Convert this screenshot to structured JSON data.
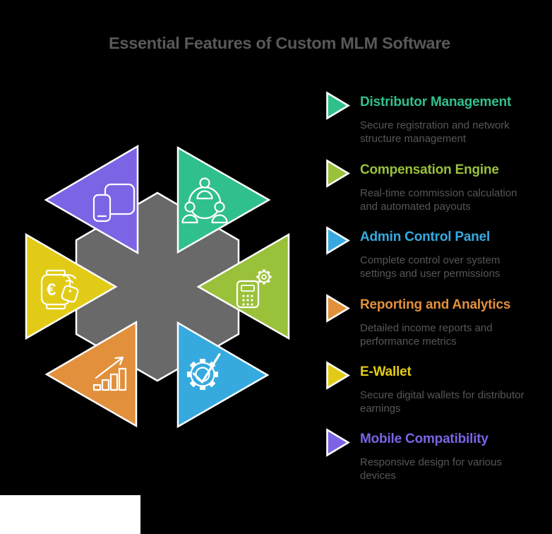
{
  "title": "Essential Features of Custom MLM Software",
  "colors": {
    "background": "#000000",
    "hexagon": "#696969",
    "title_text": "#58595B",
    "description_text": "#55575A",
    "corner_patch": "#FFFFFF"
  },
  "diagram": {
    "hexagon_color": "#696969",
    "segments": [
      {
        "name": "mobile-compatibility",
        "icon": "devices-icon",
        "color": "#7C64E5"
      },
      {
        "name": "distributor-management",
        "icon": "network-people-icon",
        "color": "#30C08B"
      },
      {
        "name": "e-wallet",
        "icon": "wallet-contactless-icon",
        "color": "#E2CB16"
      },
      {
        "name": "compensation-engine",
        "icon": "calculator-gear-icon",
        "color": "#9AC13A"
      },
      {
        "name": "reporting-analytics",
        "icon": "growth-chart-icon",
        "color": "#E2903C"
      },
      {
        "name": "admin-control-panel",
        "icon": "gear-check-icon",
        "color": "#36AADF"
      }
    ],
    "euro_glyph": "€"
  },
  "legend": {
    "items": [
      {
        "label": "Distributor Management",
        "description": "Secure registration and network structure management",
        "color": "#30C08B"
      },
      {
        "label": "Compensation Engine",
        "description": "Real-time commission calculation and automated payouts",
        "color": "#9AC13A"
      },
      {
        "label": "Admin Control Panel",
        "description": "Complete control over system settings and user permissions",
        "color": "#36AADF"
      },
      {
        "label": "Reporting and Analytics",
        "description": "Detailed income reports and performance metrics",
        "color": "#E2903C"
      },
      {
        "label": "E-Wallet",
        "description": "Secure digital wallets for distributor earnings",
        "color": "#E2CB16"
      },
      {
        "label": "Mobile Compatibility",
        "description": "Responsive design for various devices",
        "color": "#7C64E5"
      }
    ]
  }
}
